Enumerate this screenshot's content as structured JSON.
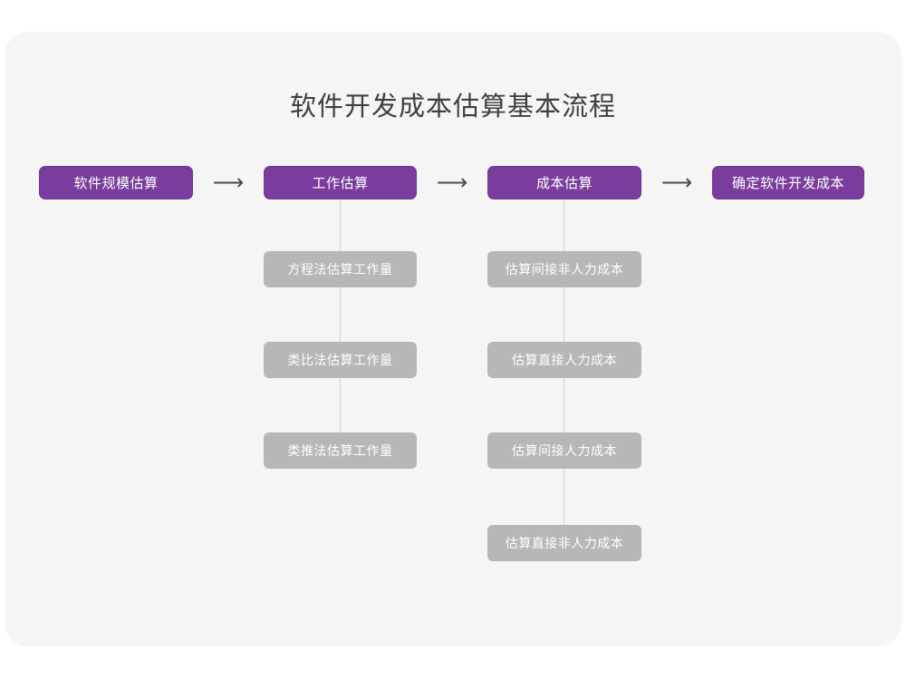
{
  "card": {
    "background": "#f5f5f5",
    "page_background": "#ffffff"
  },
  "title": "软件开发成本估算基本流程",
  "colors": {
    "primary_node": "#7a3d9e",
    "primary_node_border": "#6d3790",
    "secondary_node": "#b7b7b7",
    "connector": "#d2d2d2",
    "title_text": "#3f3f3f",
    "node_text": "#ffffff",
    "arrow": "#4a4a4a"
  },
  "arrow_glyph": "⟶",
  "flow": {
    "main_steps": [
      {
        "id": "step-1",
        "label": "软件规模估算"
      },
      {
        "id": "step-2",
        "label": "工作估算"
      },
      {
        "id": "step-3",
        "label": "成本估算"
      },
      {
        "id": "step-4",
        "label": "确定软件开发成本"
      }
    ],
    "arrows": [
      {
        "id": "arrow-1",
        "glyph": "⟶"
      },
      {
        "id": "arrow-2",
        "glyph": "⟶"
      },
      {
        "id": "arrow-3",
        "glyph": "⟶"
      }
    ],
    "sub_steps_effort": {
      "parent": "工作估算",
      "items": [
        {
          "id": "effort-1",
          "label": "方程法估算工作量"
        },
        {
          "id": "effort-2",
          "label": "类比法估算工作量"
        },
        {
          "id": "effort-3",
          "label": "类推法估算工作量"
        }
      ]
    },
    "sub_steps_cost": {
      "parent": "成本估算",
      "items": [
        {
          "id": "cost-1",
          "label": "估算间接非人力成本"
        },
        {
          "id": "cost-2",
          "label": "估算直接人力成本"
        },
        {
          "id": "cost-3",
          "label": "估算间接人力成本"
        },
        {
          "id": "cost-4",
          "label": "估算直接非人力成本"
        }
      ]
    }
  }
}
